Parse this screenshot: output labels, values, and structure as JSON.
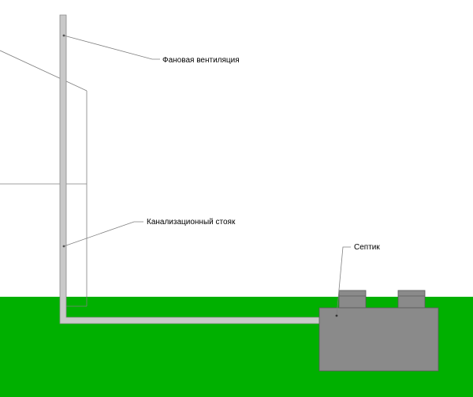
{
  "labels": {
    "vent": "Фановая вентиляция",
    "riser": "Канализационный стояк",
    "septic": "Септик"
  },
  "colors": {
    "ground": "#00b000",
    "pipe_fill": "#c9c9c9",
    "pipe_stroke": "#8a8a8a",
    "tank_fill": "#8a8a8a",
    "tank_stroke": "#5a5a5a",
    "wall_line": "#9a9a9a",
    "leader_line": "#8a8a8a"
  }
}
